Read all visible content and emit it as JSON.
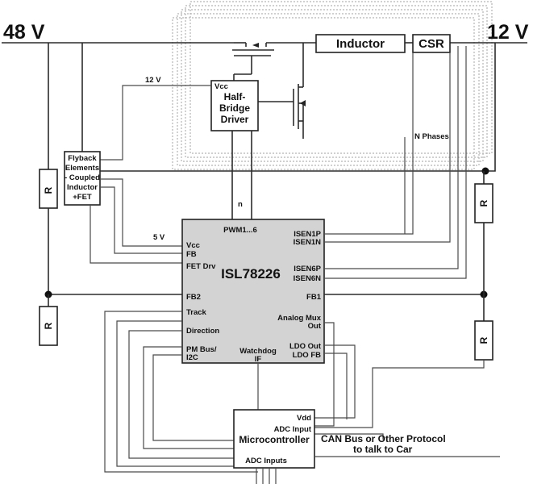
{
  "rails": {
    "input": "48 V",
    "output": "12 V"
  },
  "power_stage": {
    "inductor": "Inductor",
    "csr": "CSR",
    "driver": [
      "Half-",
      "Bridge",
      "Driver"
    ],
    "driver_vcc": "Vcc",
    "supply_12v": "12 V",
    "phases": "N Phases",
    "bus_n": "n"
  },
  "flyback": [
    "Flyback",
    "Elements",
    "- Coupled",
    "Inductor",
    "+FET"
  ],
  "resistor": "R",
  "controller": {
    "name": "ISL78226",
    "supply_5v": "5 V",
    "pins_top": {
      "pwm": "PWM1...6"
    },
    "pins_left": {
      "vcc": "Vcc",
      "fb": "FB",
      "fet_drv": "FET Drv",
      "fb2": "FB2",
      "track": "Track",
      "direction": "Direction",
      "pmbus_1": "PM Bus/",
      "pmbus_2": "I2C"
    },
    "pins_right": {
      "isen1p": "ISEN1P",
      "isen1n": "ISEN1N",
      "isen6p": "ISEN6P",
      "isen6n": "ISEN6N",
      "fb1": "FB1",
      "analog_mux_1": "Analog Mux",
      "analog_mux_2": "Out",
      "ldo_out": "LDO Out",
      "ldo_fb": "LDO FB"
    },
    "pins_bottom": {
      "watchdog_1": "Watchdog",
      "watchdog_2": "IF"
    }
  },
  "microcontroller": {
    "name": "Microcontroller",
    "vdd": "Vdd",
    "adc_input": "ADC Input",
    "adc_inputs": "ADC Inputs"
  },
  "can_bus": [
    "CAN Bus or Other Protocol",
    "to talk to Car"
  ]
}
